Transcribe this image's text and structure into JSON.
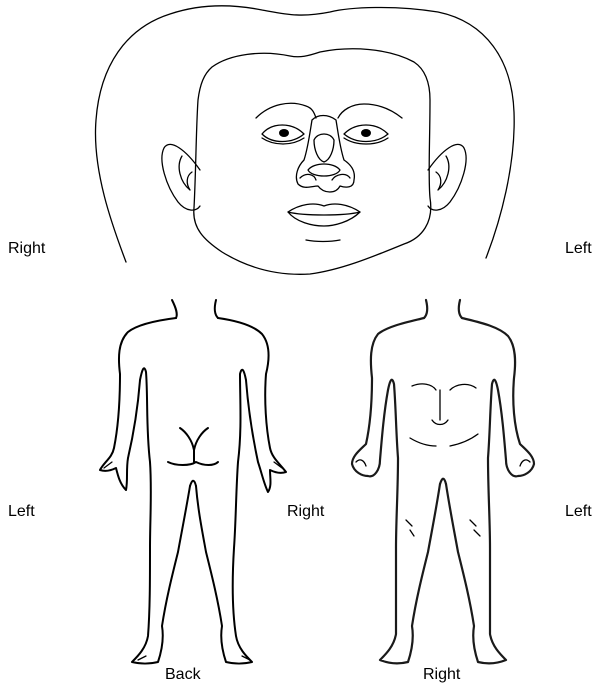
{
  "labels": {
    "face_right": "Right",
    "face_left": "Left",
    "back_left": "Left",
    "back_right": "Right",
    "front_left": "Left",
    "back_caption": "Back",
    "front_caption": "Right"
  }
}
